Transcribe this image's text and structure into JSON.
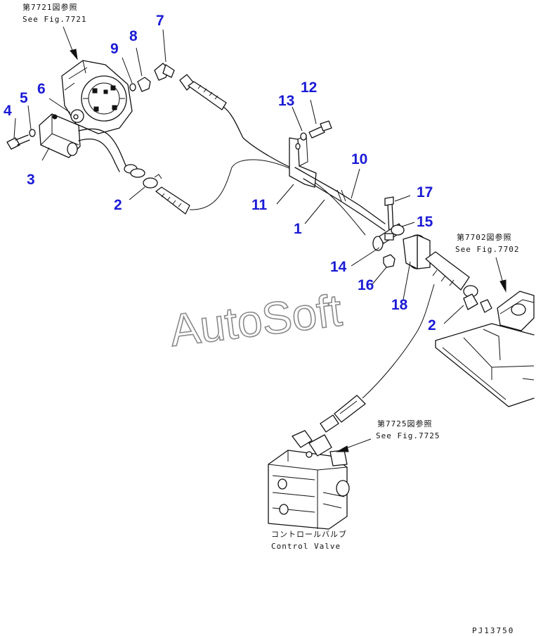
{
  "references": {
    "fig7721_jp": "第7721図参照",
    "fig7721_en": "See Fig.7721",
    "fig7702_jp": "第7702図参照",
    "fig7702_en": "See Fig.7702",
    "fig7725_jp": "第7725図参照",
    "fig7725_en": "See Fig.7725"
  },
  "control_valve": {
    "label_jp": "コントロールバルブ",
    "label_en": "Control Valve"
  },
  "callouts": {
    "c1": "1",
    "c2a": "2",
    "c2b": "2",
    "c3": "3",
    "c4": "4",
    "c5": "5",
    "c6": "6",
    "c7": "7",
    "c8": "8",
    "c9": "9",
    "c10": "10",
    "c11": "11",
    "c12": "12",
    "c13": "13",
    "c14": "14",
    "c15": "15",
    "c16": "16",
    "c17": "17",
    "c18": "18"
  },
  "watermark": "AutoSoft",
  "drawing_code": "PJ13750",
  "colors": {
    "callout": "#1a1ad6",
    "line": "#111111",
    "watermark_stroke": "#8a8a8a"
  }
}
